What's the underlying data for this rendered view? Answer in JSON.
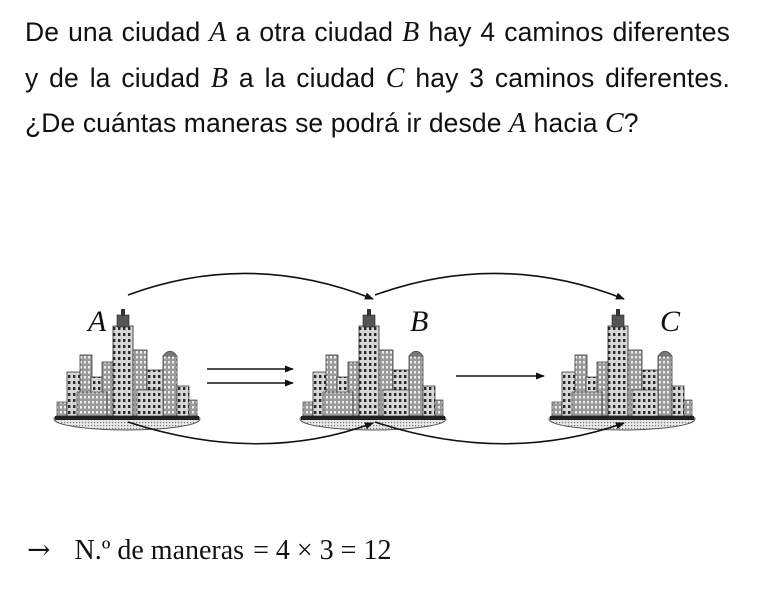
{
  "problem": {
    "t1": "De una ciudad ",
    "v1": "A",
    "t2": " a otra ciudad ",
    "v2": "B",
    "t3": " hay 4 caminos diferentes y de la ciudad ",
    "v3": "B",
    "t4": " a la ciudad ",
    "v4": "C",
    "t5": " hay 3 caminos diferentes. ¿De cuántas maneras se podrá ir desde ",
    "v5": "A",
    "t6": " hacia ",
    "v6": "C",
    "t7": "?"
  },
  "diagram": {
    "city_labels": [
      "A",
      "B",
      "C"
    ],
    "paths_a_to_b": 4,
    "paths_b_to_c": 3
  },
  "answer": {
    "arrow": "→",
    "label": "N.º de maneras",
    "formula": " = 4 × 3 = 12"
  }
}
